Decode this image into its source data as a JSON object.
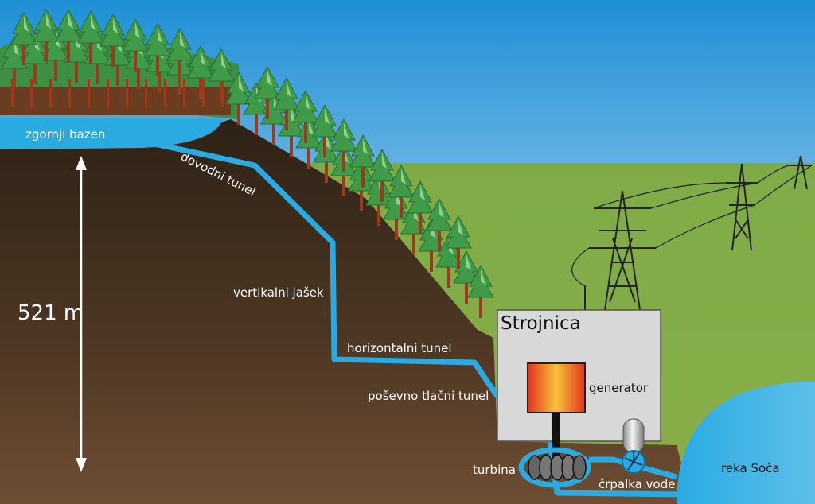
{
  "labels": {
    "upper_reservoir": "zgornji bazen",
    "inlet_tunnel": "dovodni tunel",
    "vertical_shaft": "vertikalni jašek",
    "horizontal_tunnel": "horizontalni tunel",
    "inclined_pressure_tunnel": "poševno tlačni tunel",
    "powerhouse": "Strojnica",
    "generator": "generator",
    "turbine": "turbina",
    "water_pump": "črpalka vode",
    "river": "reka Soča",
    "height": "521 m"
  },
  "colors": {
    "sky_top": "#1e8fd6",
    "sky_bottom": "#e8f2f6",
    "grass": "#7faa46",
    "earth_top": "#2f2417",
    "earth_bottom": "#6a4a30",
    "water": "#29abe2",
    "tree": "#3f9b47",
    "trunk": "#9b3b1d",
    "powerhouse": "#d8d8d8",
    "generator_outer": "#e2331b",
    "generator_inner": "#f6c23a"
  },
  "icons": {
    "transmission_tower": "transmission-tower-icon",
    "pump": "pump-icon",
    "turbine": "turbine-icon",
    "height_arrow": "double-arrow-icon"
  }
}
